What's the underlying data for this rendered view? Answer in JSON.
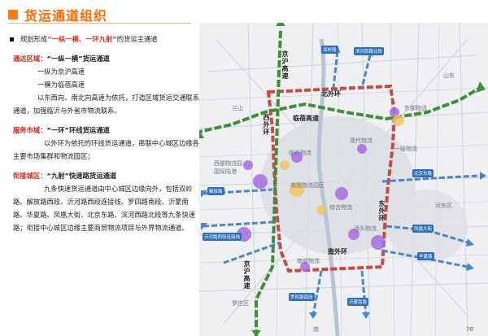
{
  "title": "货运通道组织",
  "intro": {
    "prefix": "规划形成",
    "quote": "“一纵一横、一环九射”",
    "suffix": "的货运主通道"
  },
  "sections": [
    {
      "label": "通达区域：",
      "desc": "“一纵一横”货运通道",
      "lines": [
        "一纵为京沪高速",
        "一横为临蓓高速"
      ],
      "para": "以东西向、南北向高速为依托，打造区域货运交通联系通道，加强临沂与外省市物流联系。"
    },
    {
      "label": "服务市域：",
      "desc": "“一环”环线货运通道",
      "para": "以外环为依托的环线货运通道，串联中心城区边缘各主要市场集群和物流园区；"
    },
    {
      "label": "衔接城区：",
      "desc": "“九射”快速路货运通道",
      "para": "九条快速货运通道由中心城区边缘向外，包括双岭路、解放路西段、沂河路西段连接线、罗四路南段、沂蒙南路、华夏路、凤凰大街、北京东路、滨河西路北段等九条快速路；衔接中心城区边缘主要商贸物流项目与外界物流通道。"
    }
  ],
  "map": {
    "roads": {
      "jinghu_north": "京沪高速",
      "north_ring": "北外环",
      "linpei": "临蓓高速",
      "west_ring": "西外环",
      "east_ring": "东外环",
      "south_ring": "南外环",
      "jinghu_south": "京沪高速"
    },
    "radials": {
      "shuangling": "双岭路",
      "jiefang_w": "解放路",
      "yihe_w": "沂河路西段连接线",
      "luosi_s": "罗四路南段",
      "yimeng_s": "沂蒙南路",
      "huaxia": "华夏路",
      "fenghuang": "凤凰大街",
      "beijing_e": "北京东路",
      "binhe_w": "滨河西路北段"
    },
    "places": [
      "西部物流园",
      "国际陆港",
      "东部物流",
      "临沂物流",
      "现代物流",
      "商贸物流园区",
      "综合物流",
      "汤头物流",
      "南部物流",
      "兰山",
      "河东区",
      "罗庄区",
      "山东",
      "岗",
      "一级物流"
    ],
    "colors": {
      "ring": "#c94a44",
      "axis": "#3f8f3a",
      "radial": "#4a86c8"
    }
  },
  "page_number": "78"
}
